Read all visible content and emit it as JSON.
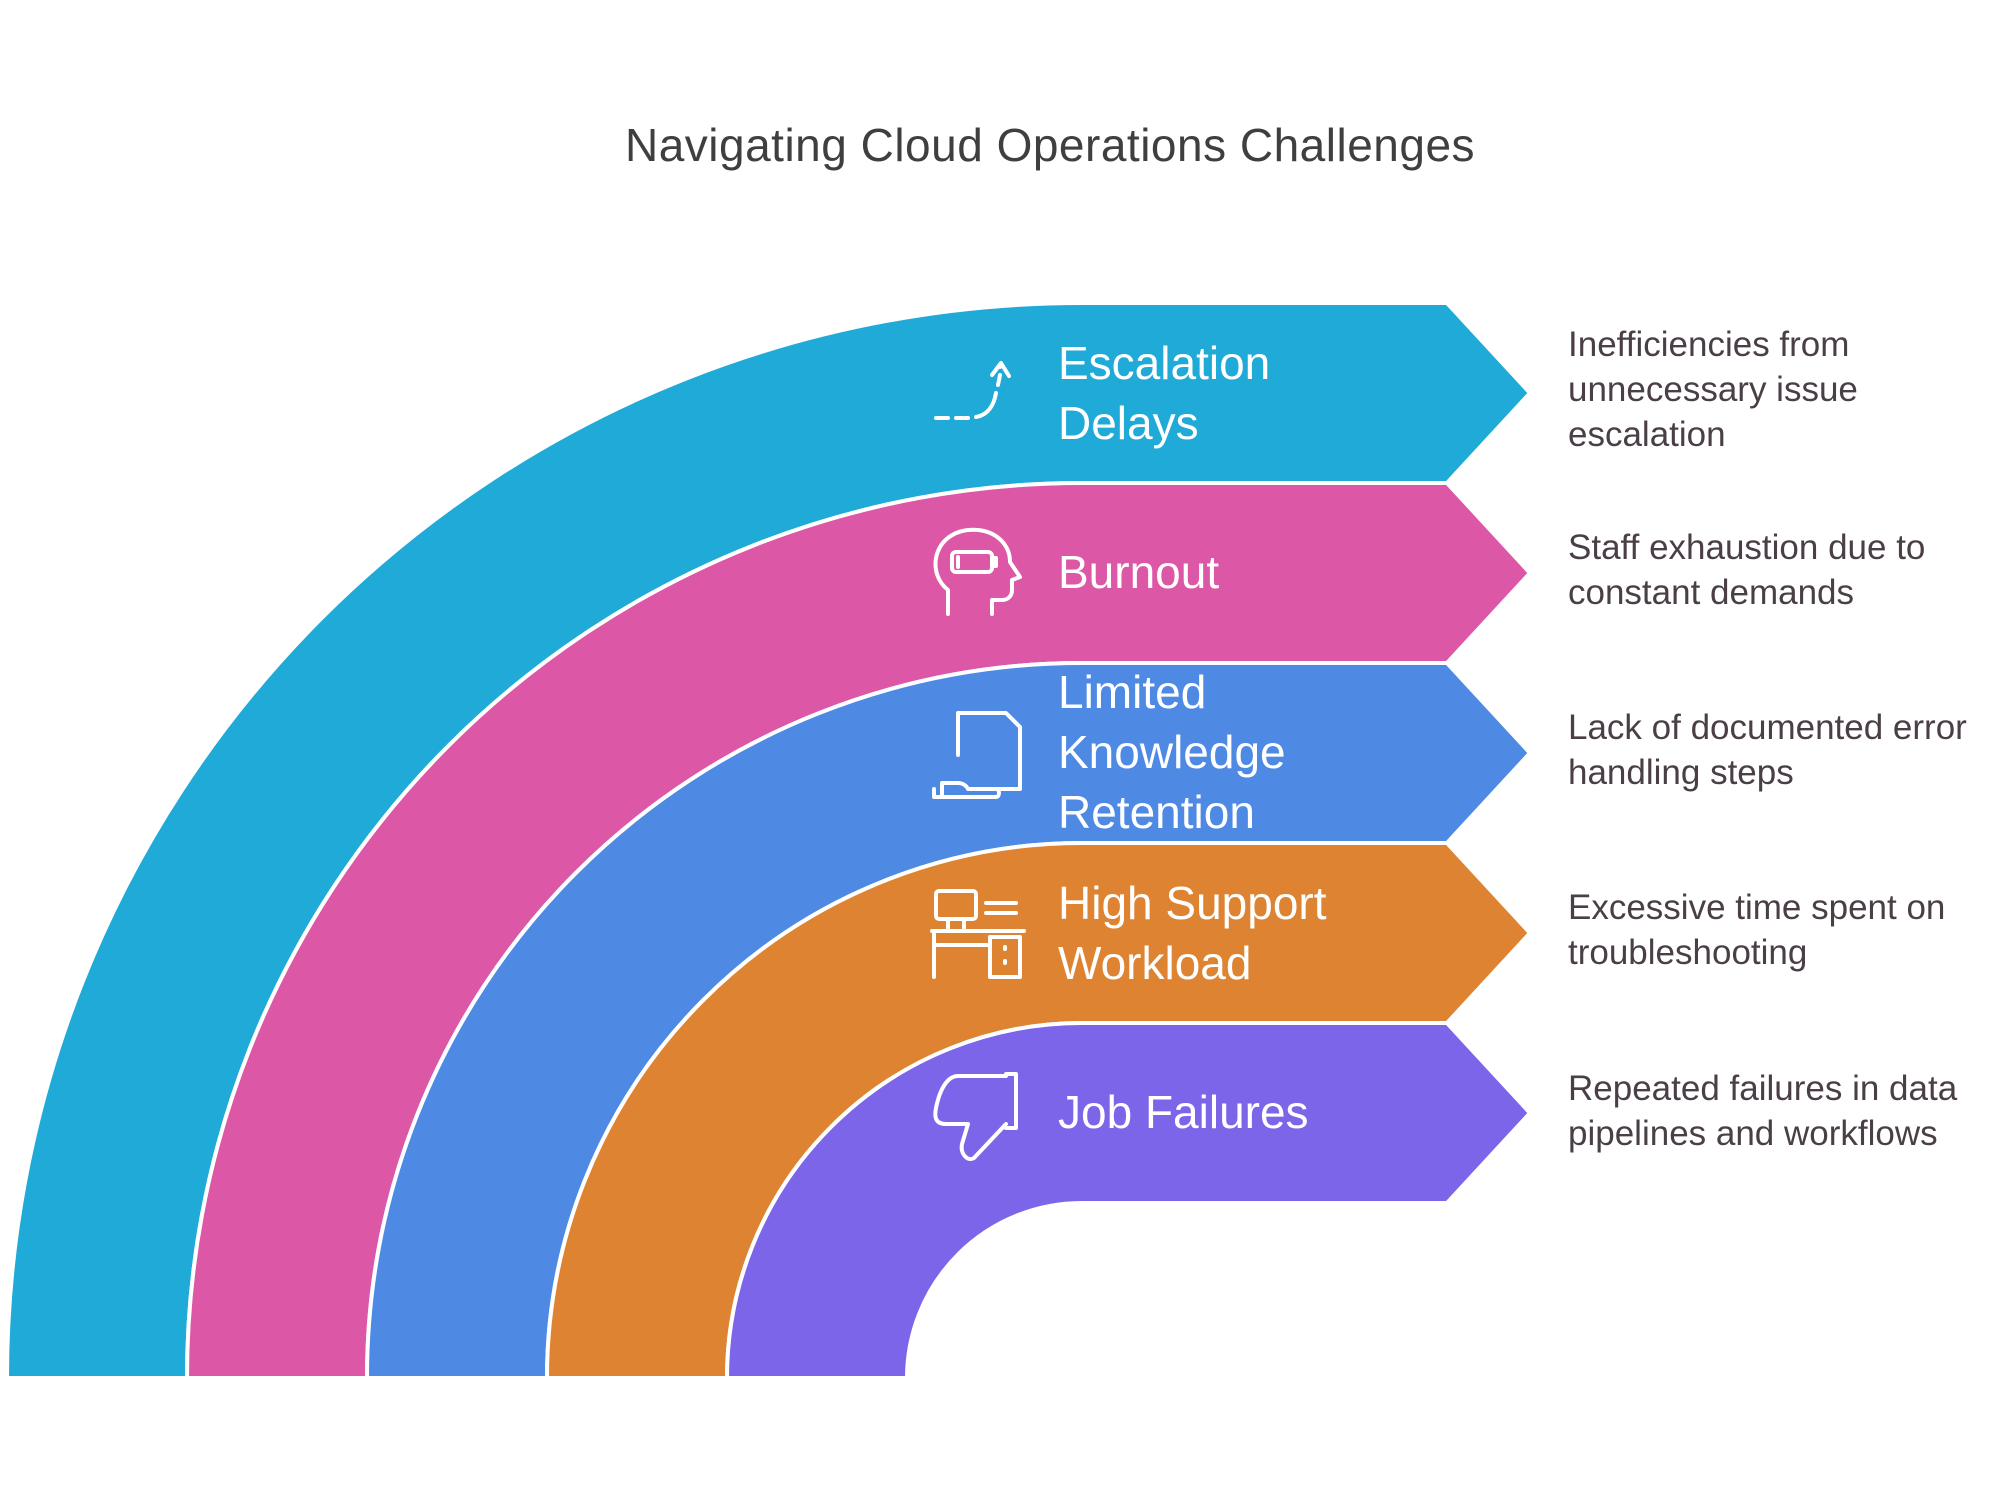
{
  "title": "Navigating Cloud Operations Challenges",
  "colors": {
    "escalation": "#1FAAD8",
    "burnout": "#DC57A6",
    "knowledge": "#4E89E4",
    "workload": "#DD8331",
    "failures": "#7C65E8"
  },
  "bands": [
    {
      "label": "Escalation Delays",
      "icon": "arrow-up-right-dashed-icon",
      "description": "Inefficiencies from unnecessary issue escalation"
    },
    {
      "label": "Burnout",
      "icon": "head-low-battery-icon",
      "description": "Staff exhaustion due to constant demands"
    },
    {
      "label": "Limited Knowledge Retention",
      "icon": "hand-document-icon",
      "description": "Lack of documented error handling steps"
    },
    {
      "label": "High Support Workload",
      "icon": "computer-desk-icon",
      "description": "Excessive time spent on troubleshooting"
    },
    {
      "label": "Job Failures",
      "icon": "thumbs-down-icon",
      "description": "Repeated failures in data pipelines and workflows"
    }
  ]
}
